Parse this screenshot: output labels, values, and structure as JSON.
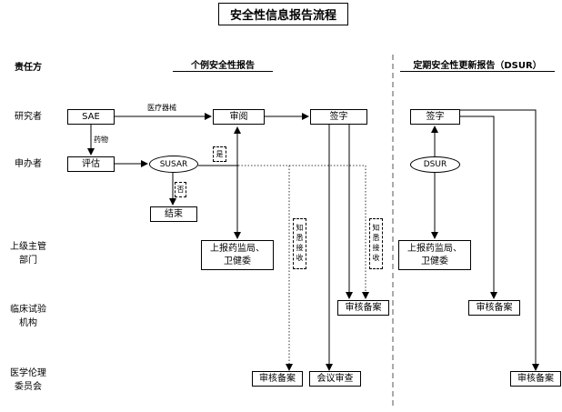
{
  "title": "安全性信息报告流程",
  "sections": {
    "individual": "个例安全性报告",
    "dsur": "定期安全性更新报告（DSUR）"
  },
  "roles_header": "责任方",
  "rows": {
    "researcher": "研究者",
    "sponsor": "申办者",
    "authority": [
      "上级主管",
      "部门"
    ],
    "institution": [
      "临床试验",
      "机构"
    ],
    "ethics": [
      "医学伦理",
      "委员会"
    ]
  },
  "nodes": {
    "sae": "SAE",
    "review": "审阅",
    "sign": "签字",
    "evaluate": "评估",
    "susar": "SUSAR",
    "end": "结束",
    "report_authority": [
      "上报药监局、",
      "卫健委"
    ],
    "record_institution": "审核备案",
    "record_ethics": "审核备案",
    "meeting_review": "会议审查",
    "dsur_sign": "签字",
    "dsur": "DSUR",
    "dsur_report_authority": [
      "上报药监局、",
      "卫健委"
    ],
    "dsur_record_institution": "审核备案",
    "dsur_record_ethics": "审核备案"
  },
  "edge_labels": {
    "device": "医疗器械",
    "drug": "药物",
    "yes": "是",
    "no": "否",
    "receive_left": "知悉接收",
    "receive_right": "知悉接收"
  }
}
